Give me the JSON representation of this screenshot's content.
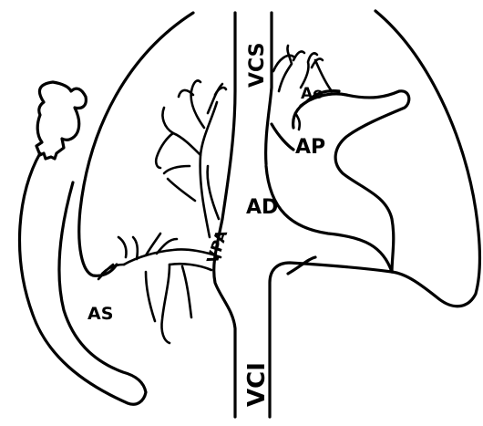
{
  "labels": {
    "vcs": "VCS",
    "ao": "Ao",
    "ap": "AP",
    "ad": "AD",
    "vpa": "VPA",
    "as": "AS",
    "vci": "VCI"
  }
}
